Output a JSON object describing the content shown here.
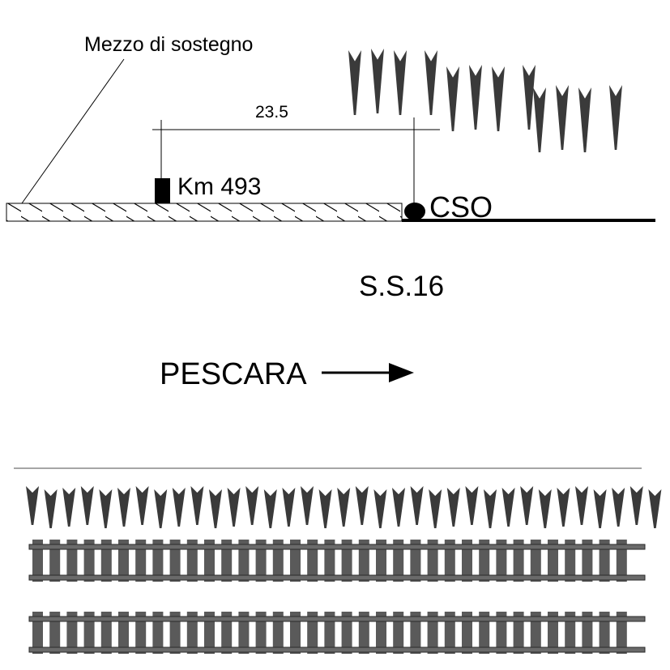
{
  "labels": {
    "support": "Mezzo di sostegno",
    "distance": "23.5",
    "km_marker": "Km 493",
    "cso": "CSO",
    "road": "S.S.16",
    "direction": "PESCARA"
  },
  "colors": {
    "ink": "#000000",
    "tree": "#3a3a3a",
    "rail": "#5a5a5a",
    "separator": "#888888",
    "background": "#ffffff"
  },
  "icons": {
    "tree": "spike-tree-icon",
    "arrow": "right-arrow-icon",
    "marker": "km-post-icon",
    "cso": "cso-dot-icon"
  }
}
